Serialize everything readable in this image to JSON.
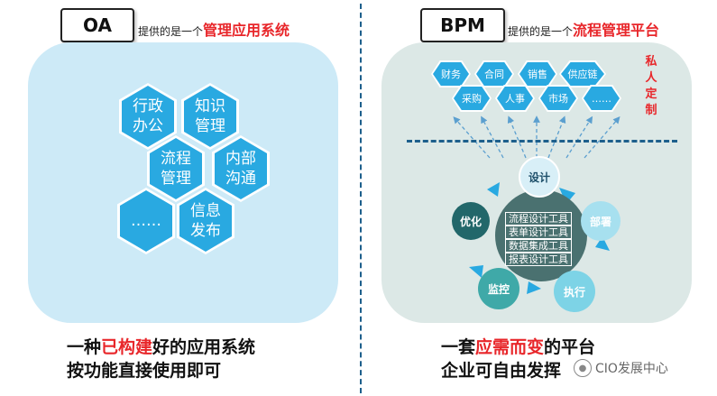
{
  "left": {
    "badge": "OA",
    "subtitle_prefix": "提供的是一个",
    "subtitle_accent": "管理应用系统",
    "hexes": [
      "行政\n办公",
      "知识\n管理",
      "流程\n管理",
      "内部\n沟通",
      "……",
      "信息\n发布"
    ],
    "bottom": {
      "line1_a": "一种",
      "line1_hl": "已构建",
      "line1_b": "好的应用系统",
      "line2": "按功能直接使用即可"
    }
  },
  "right": {
    "badge": "BPM",
    "subtitle_prefix": "提供的是一个",
    "subtitle_accent": "流程管理平台",
    "top_row": [
      "财务",
      "合同",
      "销售",
      "供应链"
    ],
    "bottom_row": [
      "采购",
      "人事",
      "市场",
      "……"
    ],
    "vertical_label": "私\n人\n定\n制",
    "tools": [
      "流程设计工具",
      "表单设计工具",
      "数据集成工具",
      "报表设计工具"
    ],
    "cycle": {
      "design": "设计",
      "deploy": "部署",
      "execute": "执行",
      "monitor": "监控",
      "optimize": "优化"
    },
    "bottom": {
      "line1_a": "一套",
      "line1_hl": "应需而变",
      "line1_b": "的平台",
      "line2": "企业可自由发挥"
    }
  },
  "watermark": "CIO发展中心",
  "colors": {
    "accent_red": "#e8262a",
    "hex_blue": "#29a9e1",
    "divider_blue": "#1d5f8c",
    "left_panel": "#cdeaf7",
    "right_panel": "#dce8e6",
    "hub": "#4a7170"
  }
}
